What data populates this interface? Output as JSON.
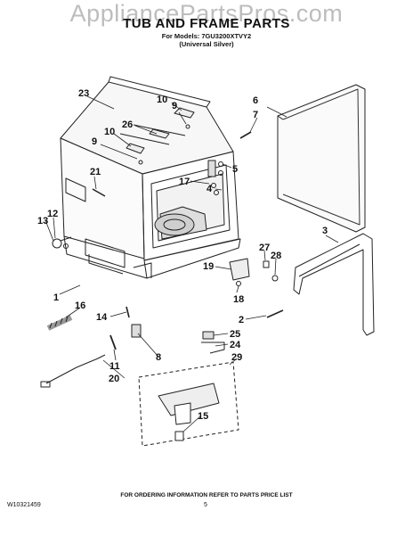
{
  "watermark": "AppliancePartsPros.com",
  "header": {
    "title": "TUB AND FRAME PARTS",
    "models": "For Models: 7GU3200XTVY2",
    "variant": "(Universal Silver)"
  },
  "footer": {
    "order_note": "FOR ORDERING INFORMATION REFER TO PARTS PRICE LIST",
    "doc_number": "W10321459",
    "page_number": "5"
  },
  "callouts": [
    "23",
    "9",
    "10",
    "6",
    "7",
    "26",
    "10",
    "9",
    "5",
    "21",
    "17",
    "4",
    "13",
    "12",
    "3",
    "27",
    "28",
    "19",
    "18",
    "1",
    "16",
    "14",
    "2",
    "25",
    "24",
    "8",
    "11",
    "20",
    "29",
    "15"
  ]
}
